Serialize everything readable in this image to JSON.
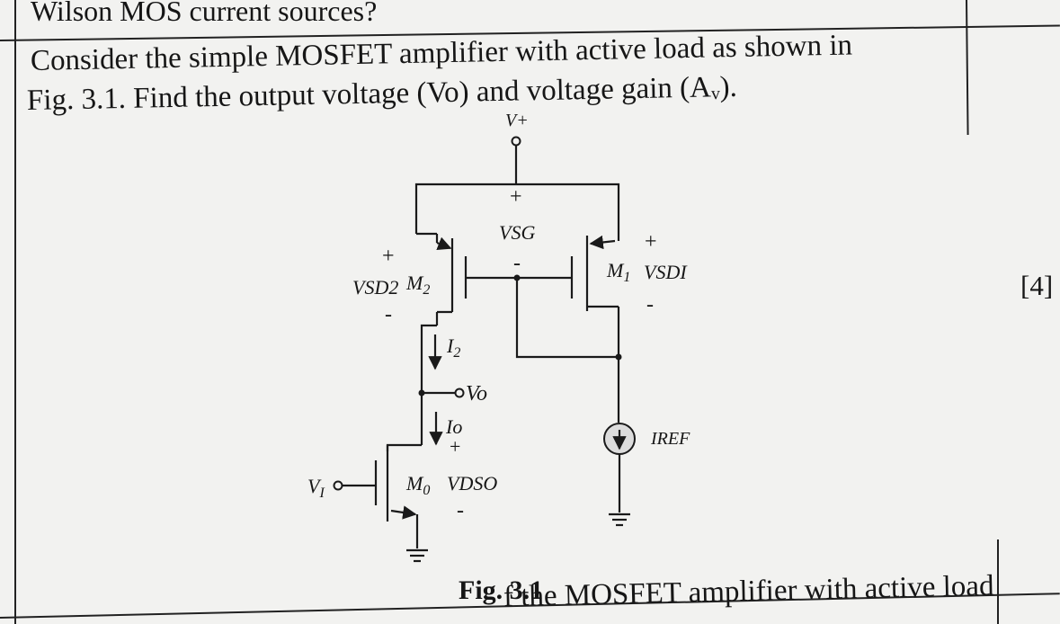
{
  "question": {
    "previous_fragment": "Wilson MOS current sources?",
    "line1": "Consider the simple MOSFET amplifier with active load as shown in",
    "line2": "Fig. 3.1. Find the output voltage (Vo) and voltage gain (Aᵥ).",
    "marks": "[4]",
    "next_fragment": "f the MOSFET amplifier with active load"
  },
  "circuit": {
    "supply_label": "V+",
    "vsg_label": "VSG",
    "m2_label": "M",
    "m2_sub": "2",
    "vsd2_label": "VSD2",
    "m1_label": "M",
    "m1_sub": "1",
    "vsd1_label": "VSDI",
    "i2_label": "I",
    "i2_sub": "2",
    "vo_label": "Vo",
    "io_label": "Io",
    "m0_label": "M",
    "m0_sub": "0",
    "vds0_label": "VDSO",
    "vi_label": "V",
    "vi_sub": "I",
    "iref_label": "IREF",
    "plus": "+",
    "minus": "-",
    "caption": "Fig. 3.1"
  }
}
